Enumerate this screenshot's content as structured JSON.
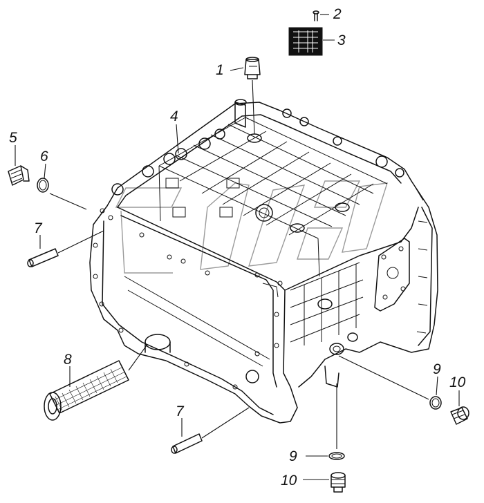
{
  "callouts": [
    {
      "id": "c1",
      "text": "1"
    },
    {
      "id": "c2",
      "text": "2"
    },
    {
      "id": "c3",
      "text": "3"
    },
    {
      "id": "c4",
      "text": "4"
    },
    {
      "id": "c5",
      "text": "5"
    },
    {
      "id": "c6",
      "text": "6"
    },
    {
      "id": "c7a",
      "text": "7"
    },
    {
      "id": "c7b",
      "text": "7"
    },
    {
      "id": "c8",
      "text": "8"
    },
    {
      "id": "c9a",
      "text": "9"
    },
    {
      "id": "c10a",
      "text": "10"
    },
    {
      "id": "c9b",
      "text": "9"
    },
    {
      "id": "c10b",
      "text": "10"
    }
  ]
}
